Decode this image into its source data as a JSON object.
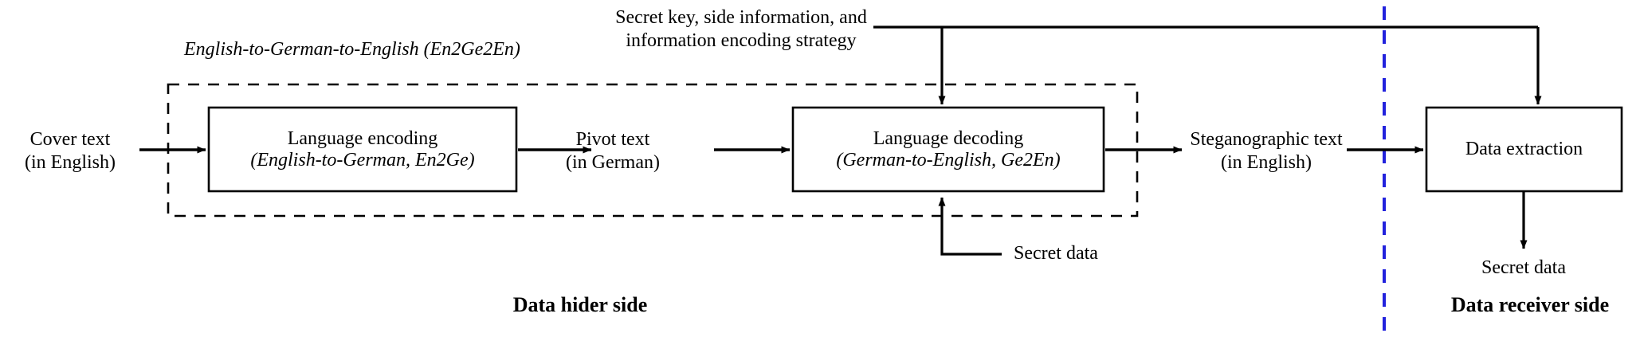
{
  "figure": {
    "type": "block-diagram",
    "title_note": "English-to-German-to-English (En2Ge2En)",
    "background_color": "#ffffff",
    "line_color": "#000000",
    "divider_color": "#2222dd"
  },
  "group_label": {
    "text": "English-to-German-to-English (En2Ge2En)"
  },
  "blocks": [
    {
      "id": "language-encoding",
      "line1": "Language encoding",
      "line2": "(English-to-German, En2Ge)"
    },
    {
      "id": "language-decoding",
      "line1": "Language decoding",
      "line2": "(German-to-English, Ge2En)"
    },
    {
      "id": "data-extraction",
      "line1": "Data extraction",
      "line2": ""
    }
  ],
  "io_labels": {
    "cover_text_line1": "Cover text",
    "cover_text_line2": "(in English)",
    "pivot_text_line1": "Pivot text",
    "pivot_text_line2": "(in German)",
    "stego_text_line1": "Steganographic text",
    "stego_text_line2": "(in English)",
    "side_info_line1": "Secret key, side information, and",
    "side_info_line2": "information encoding strategy",
    "secret_data_in": "Secret data",
    "secret_data_out": "Secret data"
  },
  "side_labels": {
    "left": "Data hider side",
    "right": "Data receiver side"
  }
}
